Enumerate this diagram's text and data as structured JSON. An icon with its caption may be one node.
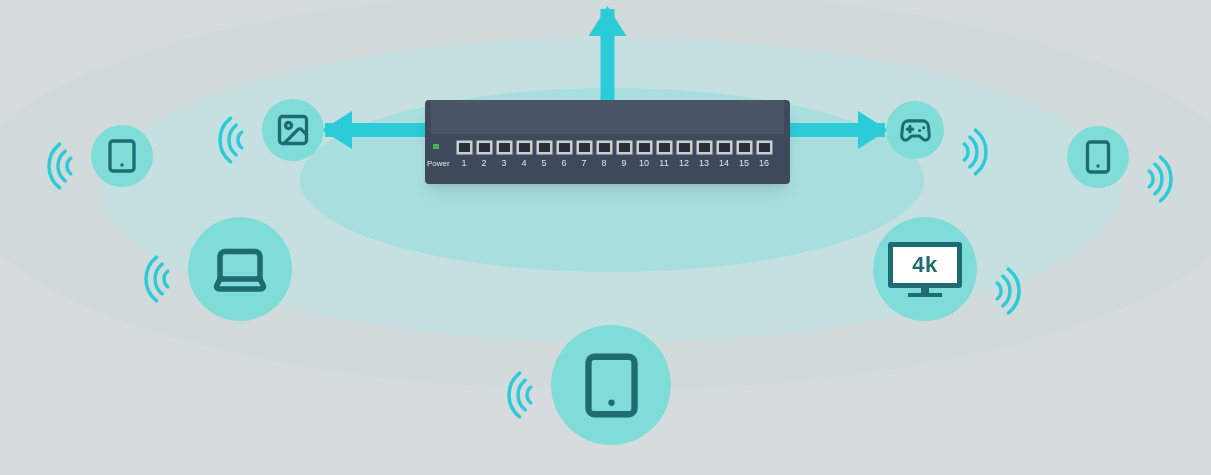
{
  "diagram": {
    "nodes": [
      {
        "text": [],
        "shape": "picture"
      },
      {
        "text": [],
        "shape": "circle"
      },
      {
        "text": [],
        "shape": "circle"
      },
      {
        "text": [],
        "shape": "circle"
      },
      {
        "text": [],
        "shape": "circle"
      },
      {
        "text": [
          "4k"
        ]
      },
      {
        "text": [],
        "shape": "circle"
      },
      {
        "text": [],
        "shape": "circle"
      }
    ],
    "edges": [
      {
        "from": 0,
        "to": null,
        "arrow": "to"
      },
      {
        "from": 0,
        "to": 1,
        "arrow": "to"
      },
      {
        "from": 0,
        "to": 6,
        "arrow": "to"
      }
    ],
    "labels": [
      "Power",
      "1",
      "2",
      "3",
      "4",
      "5",
      "6",
      "7",
      "8",
      "9",
      "10",
      "11",
      "12",
      "13",
      "14",
      "15",
      "16"
    ]
  }
}
